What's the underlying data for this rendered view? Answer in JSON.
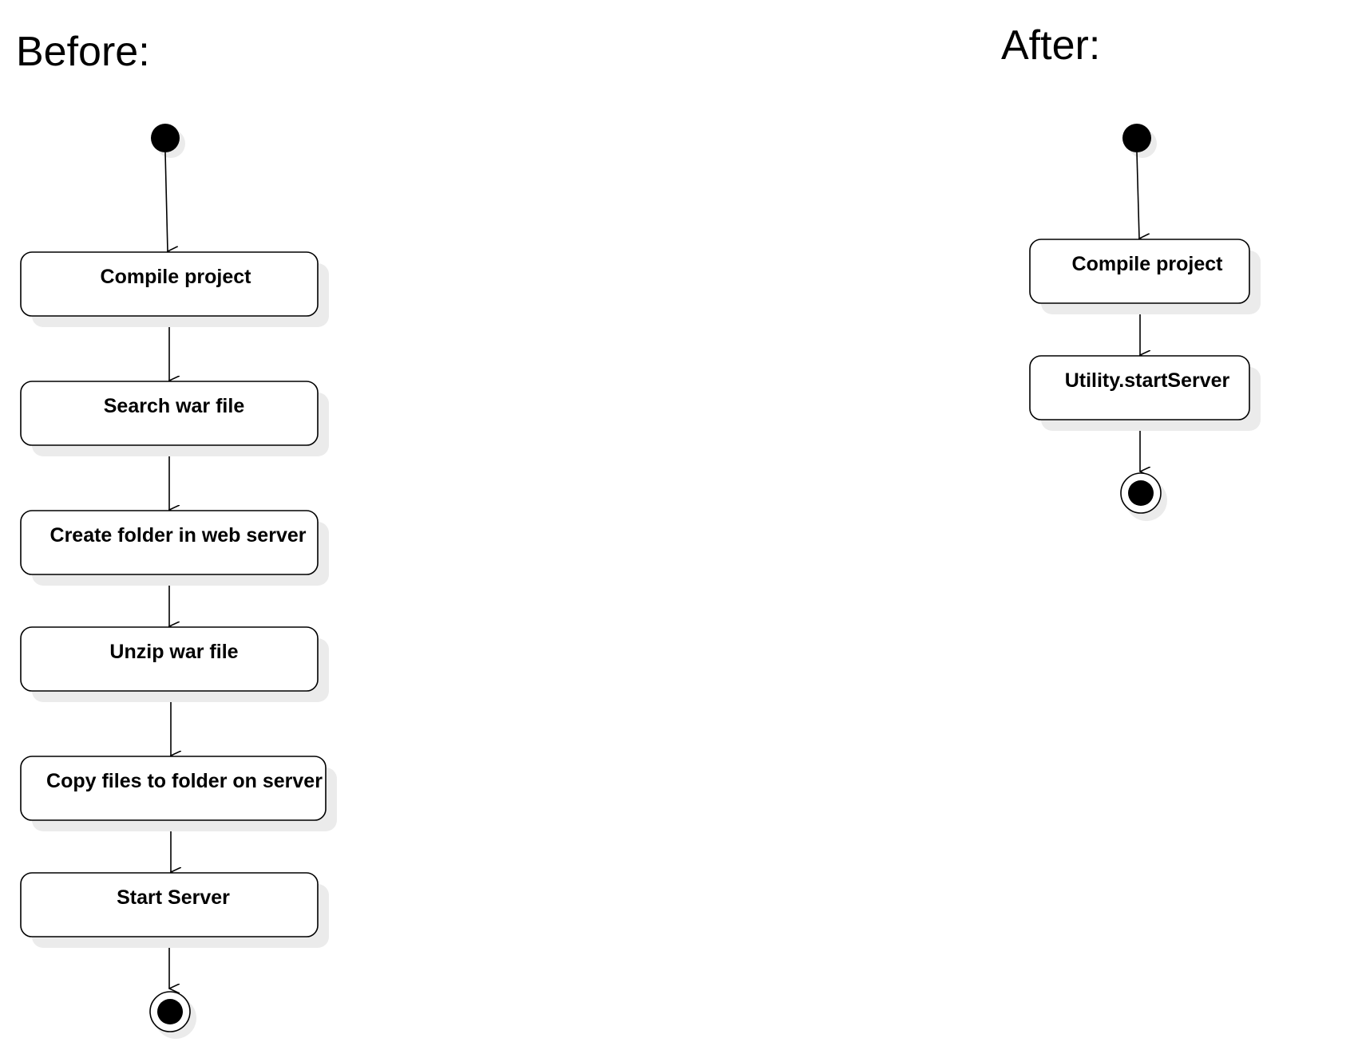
{
  "before": {
    "heading": "Before:",
    "steps": [
      "Compile project",
      "Search war file",
      "Create folder in web server",
      "Unzip war file",
      "Copy files to folder on server",
      "Start Server"
    ]
  },
  "after": {
    "heading": "After:",
    "steps": [
      "Compile project",
      "Utility.startServer"
    ]
  },
  "colors": {
    "stroke": "#000000",
    "shadow": "#ebebeb",
    "fill": "#ffffff"
  }
}
